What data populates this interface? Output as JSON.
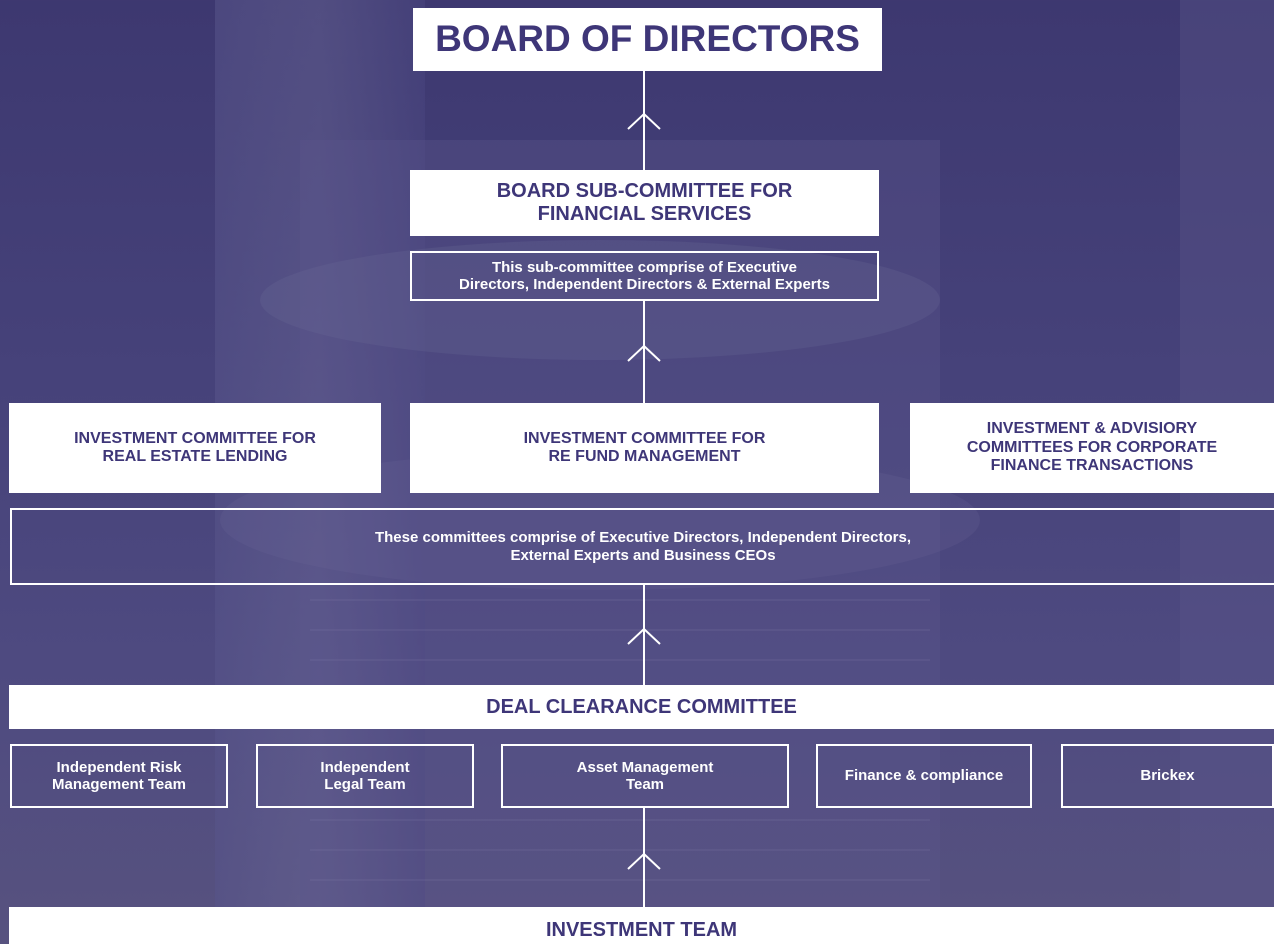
{
  "top": {
    "title": "BOARD OF DIRECTORS"
  },
  "subcommittee": {
    "title": "BOARD SUB-COMMITTEE FOR\nFINANCIAL SERVICES",
    "note": "This sub-committee comprise of Executive\nDirectors, Independent Directors & External Experts"
  },
  "committees": [
    {
      "title": "INVESTMENT COMMITTEE FOR\nREAL ESTATE LENDING"
    },
    {
      "title": "INVESTMENT COMMITTEE FOR\nRE FUND MANAGEMENT"
    },
    {
      "title": "INVESTMENT & ADVISIORY\nCOMMITTEES FOR CORPORATE\nFINANCE TRANSACTIONS"
    }
  ],
  "committees_note": "These committees comprise of Executive Directors, Independent Directors,\nExternal Experts and Business CEOs",
  "deal_clearance": {
    "title": "DEAL CLEARANCE COMMITTEE"
  },
  "teams": [
    {
      "label": "Independent Risk\nManagement Team"
    },
    {
      "label": "Independent\nLegal Team"
    },
    {
      "label": "Asset Management\nTeam"
    },
    {
      "label": "Finance & compliance"
    },
    {
      "label": "Brickex"
    }
  ],
  "bottom": {
    "title": "INVESTMENT TEAM"
  },
  "colors": {
    "background": "#46427a",
    "box": "#ffffff",
    "box_text": "#3e3678",
    "lines": "#ffffff"
  }
}
